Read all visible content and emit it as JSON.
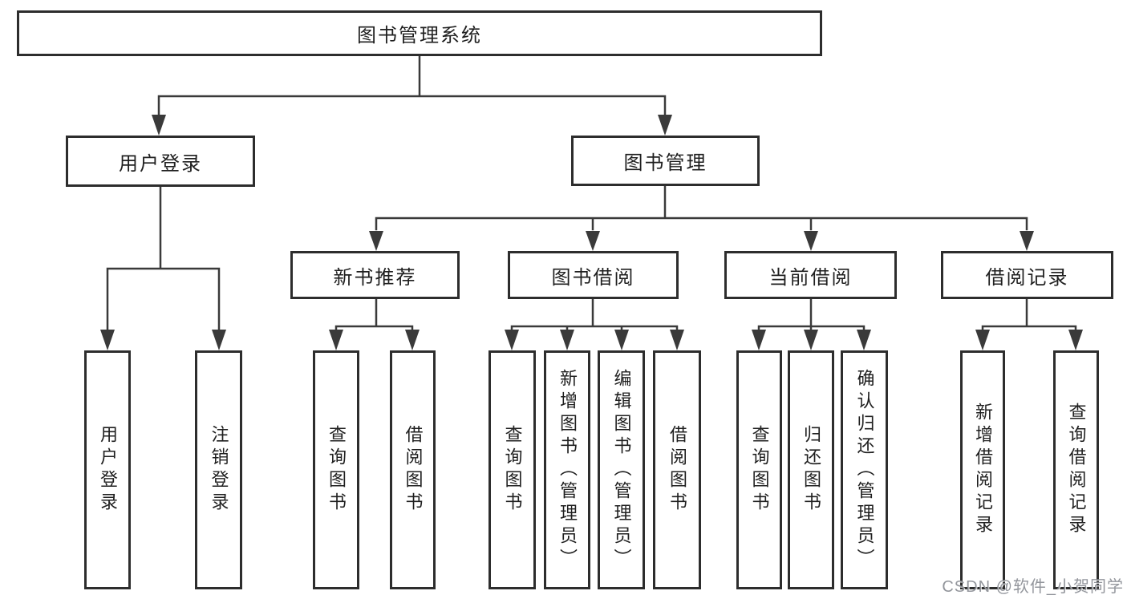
{
  "diagram": {
    "root": {
      "label": "图书管理系统"
    },
    "level2": {
      "user_login": {
        "label": "用户登录"
      },
      "book_management": {
        "label": "图书管理"
      }
    },
    "level3": {
      "new_book_recommend": {
        "label": "新书推荐"
      },
      "book_borrow": {
        "label": "图书借阅"
      },
      "current_borrow": {
        "label": "当前借阅"
      },
      "borrow_records": {
        "label": "借阅记录"
      }
    },
    "leaves": {
      "user_login": {
        "label": "用户登录"
      },
      "logout": {
        "label": "注销登录"
      },
      "query_books_1": {
        "label": "查询图书"
      },
      "borrow_books_1": {
        "label": "借阅图书"
      },
      "query_books_2": {
        "label": "查询图书"
      },
      "add_books_admin": {
        "label": "新增图书（管理员）"
      },
      "edit_books_admin": {
        "label": "编辑图书（管理员）"
      },
      "borrow_books_2": {
        "label": "借阅图书"
      },
      "query_books_3": {
        "label": "查询图书"
      },
      "return_books": {
        "label": "归还图书"
      },
      "confirm_return_admin": {
        "label": "确认归还（管理员）"
      },
      "add_borrow_record": {
        "label": "新增借阅记录"
      },
      "query_borrow_record": {
        "label": "查询借阅记录"
      }
    },
    "watermark": "CSDN @软件_小贺同学",
    "colors": {
      "line": "#3a3a3a",
      "box_border": "#2d2d2d",
      "text": "#1f1f1f",
      "watermark": "#878b91",
      "background": "#ffffff"
    }
  }
}
